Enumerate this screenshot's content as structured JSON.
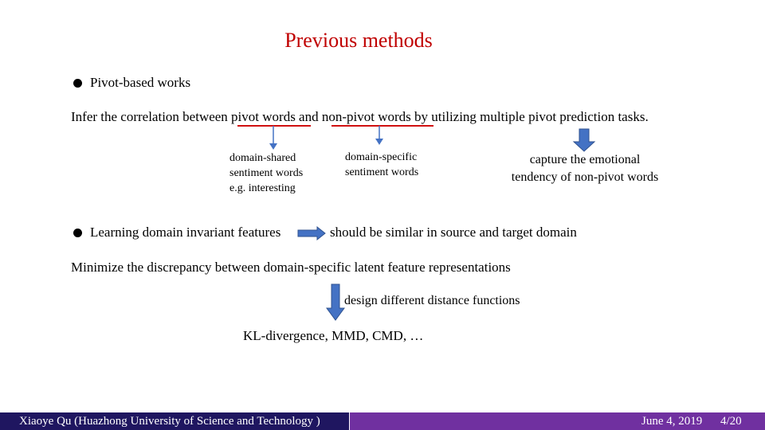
{
  "slide": {
    "title": "Previous methods",
    "bullet1": "Pivot-based works",
    "sentence1": "Infer the correlation between pivot words and non-pivot words by utilizing multiple pivot prediction tasks.",
    "note_shared": "domain-shared\nsentiment words\ne.g. interesting",
    "note_specific": "domain-specific\nsentiment words",
    "note_capture": "capture the emotional\ntendency of non-pivot words",
    "bullet2": "Learning domain invariant features",
    "bullet2_result": "should be similar in source and target domain",
    "sentence2": "Minimize the discrepancy between domain-specific latent feature representations",
    "arrow_label": "design different distance functions",
    "distances": "KL-divergence, MMD, CMD, …"
  },
  "footer": {
    "author": "Xiaoye Qu (Huazhong University of Science and Technology )",
    "date": "June 4, 2019",
    "page": "4/20"
  },
  "colors": {
    "title": "#c00000",
    "underline": "#d01010",
    "arrow": "#4472c4",
    "footer_bg": "#7030a0",
    "footer_left": "#1f1660"
  }
}
